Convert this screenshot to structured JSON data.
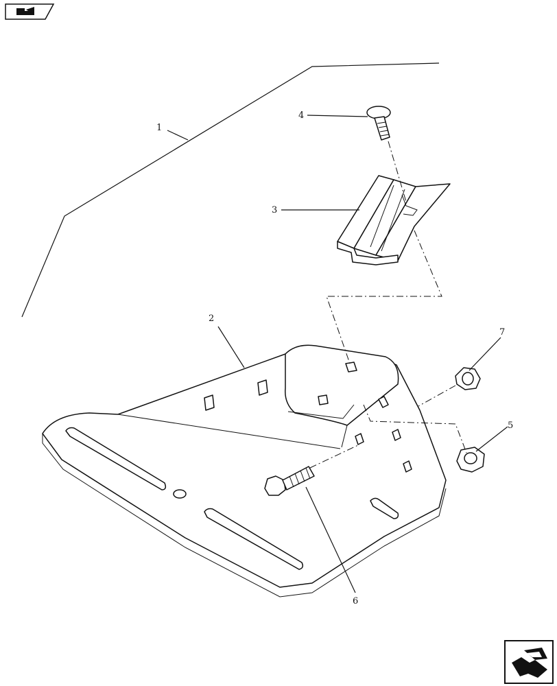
{
  "navigation": {
    "top_icon": "page-prev-icon",
    "bottom_icon": "page-next-icon"
  },
  "callouts": {
    "c1": "1",
    "c2": "2",
    "c3": "3",
    "c4": "4",
    "c5": "5",
    "c6": "6",
    "c7": "7"
  },
  "colors": {
    "line": "#111111",
    "background": "#ffffff"
  }
}
